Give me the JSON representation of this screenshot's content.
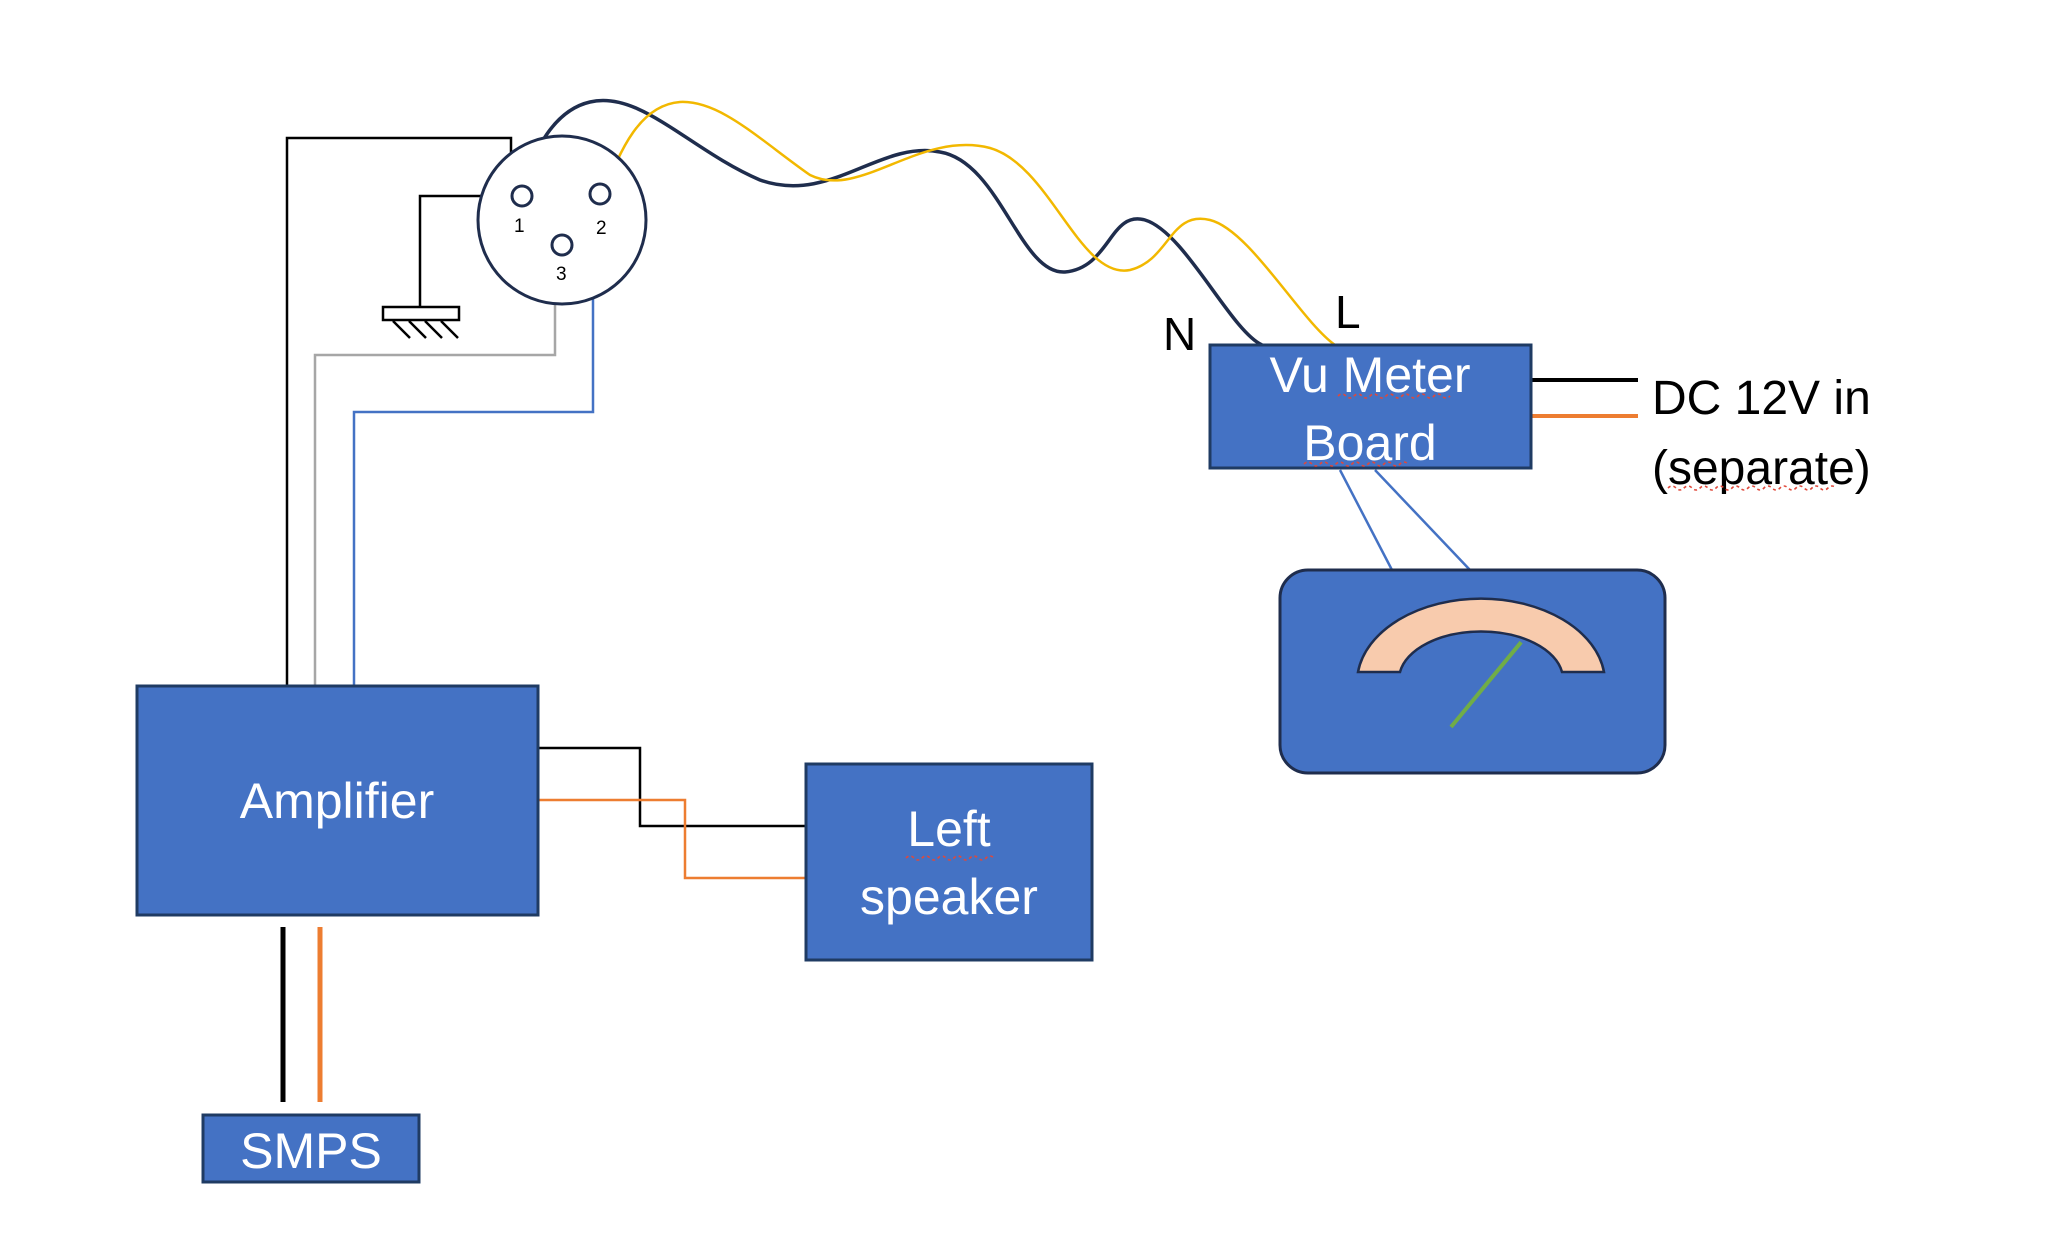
{
  "colors": {
    "box_fill": "#4472c4",
    "box_stroke": "#1f3b63",
    "wire_black": "#000000",
    "wire_orange": "#ed7d31",
    "wire_gray": "#a6a6a6",
    "wire_blue": "#4472c4",
    "wire_navy": "#1f2d4d",
    "wire_yellow": "#f2b800",
    "meter_dial": "#f8cbad",
    "meter_needle": "#70ad47"
  },
  "blocks": {
    "amplifier": "Amplifier",
    "left_speaker_line1": "Left",
    "left_speaker_line2": "speaker",
    "smps": "SMPS",
    "vu_board_line1": "Vu Meter",
    "vu_board_line2": "Board"
  },
  "connector": {
    "pin1": "1",
    "pin2": "2",
    "pin3": "3"
  },
  "labels": {
    "neutral": "N",
    "live": "L",
    "dc_line1": "DC 12V in",
    "dc_line2": "(separate)"
  },
  "meter": {
    "needle_level": 0.72
  }
}
